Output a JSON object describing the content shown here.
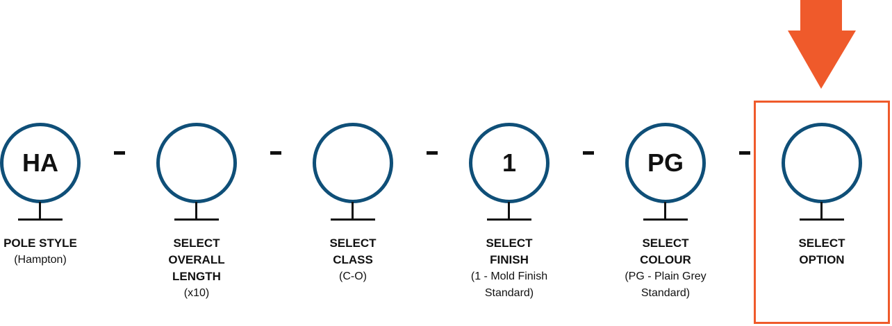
{
  "accent_color": "#ef5a2b",
  "circle_color": "#0f4f78",
  "separator": "-",
  "indicator": {
    "arrow_icon": "arrow-down-icon",
    "highlighted_step": "select-option"
  },
  "steps": [
    {
      "value": "HA",
      "title_lines": [
        "POLE STYLE"
      ],
      "subtitle_lines": [
        "(Hampton)"
      ]
    },
    {
      "value": "",
      "title_lines": [
        "SELECT",
        "OVERALL",
        "LENGTH"
      ],
      "subtitle_lines": [
        "(x10)"
      ]
    },
    {
      "value": "",
      "title_lines": [
        "SELECT",
        "CLASS"
      ],
      "subtitle_lines": [
        "(C-O)"
      ]
    },
    {
      "value": "1",
      "title_lines": [
        "SELECT",
        "FINISH"
      ],
      "subtitle_lines": [
        "(1 - Mold Finish",
        "Standard)"
      ]
    },
    {
      "value": "PG",
      "title_lines": [
        "SELECT",
        "COLOUR"
      ],
      "subtitle_lines": [
        "(PG - Plain Grey",
        "Standard)"
      ]
    },
    {
      "value": "",
      "title_lines": [
        "SELECT",
        "OPTION"
      ],
      "subtitle_lines": []
    }
  ]
}
